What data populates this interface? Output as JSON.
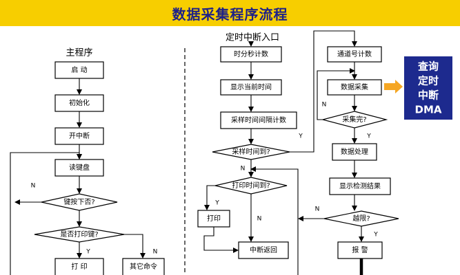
{
  "title": "数据采集程序流程",
  "main": {
    "header": "主程序",
    "start": "启 动",
    "init": "初始化",
    "enable_int": "开中断",
    "read_key": "读键盘",
    "key_pressed": "键按下否?",
    "is_print": "是否打印键?",
    "print": "打 印",
    "other_cmd": "其它命令"
  },
  "timer": {
    "header": "定时中断入口",
    "hms_count": "时分秒计数",
    "show_time": "显示当前时间",
    "sample_interval_count": "采样时间间隔计数",
    "sample_time_due": "采样时间到?",
    "print_time_due": "打印时间到?",
    "print": "打印",
    "int_return": "中断返回"
  },
  "sample": {
    "channel_count": "通道号计数",
    "data_sample": "数据采集",
    "sample_done": "采集完?",
    "data_process": "数据处理",
    "show_result": "显示检测结果",
    "over_limit": "越限?",
    "alarm": "报 警"
  },
  "side_note": {
    "lines": [
      "查询",
      "定时",
      "中断",
      "DMA"
    ],
    "bg_color": "#1d2a8e",
    "arrow_color": "#f5a623"
  },
  "branch": {
    "yes": "Y",
    "no": "N"
  },
  "colors": {
    "title_bg": "#f7ce00",
    "title_fg": "#1d2188"
  }
}
